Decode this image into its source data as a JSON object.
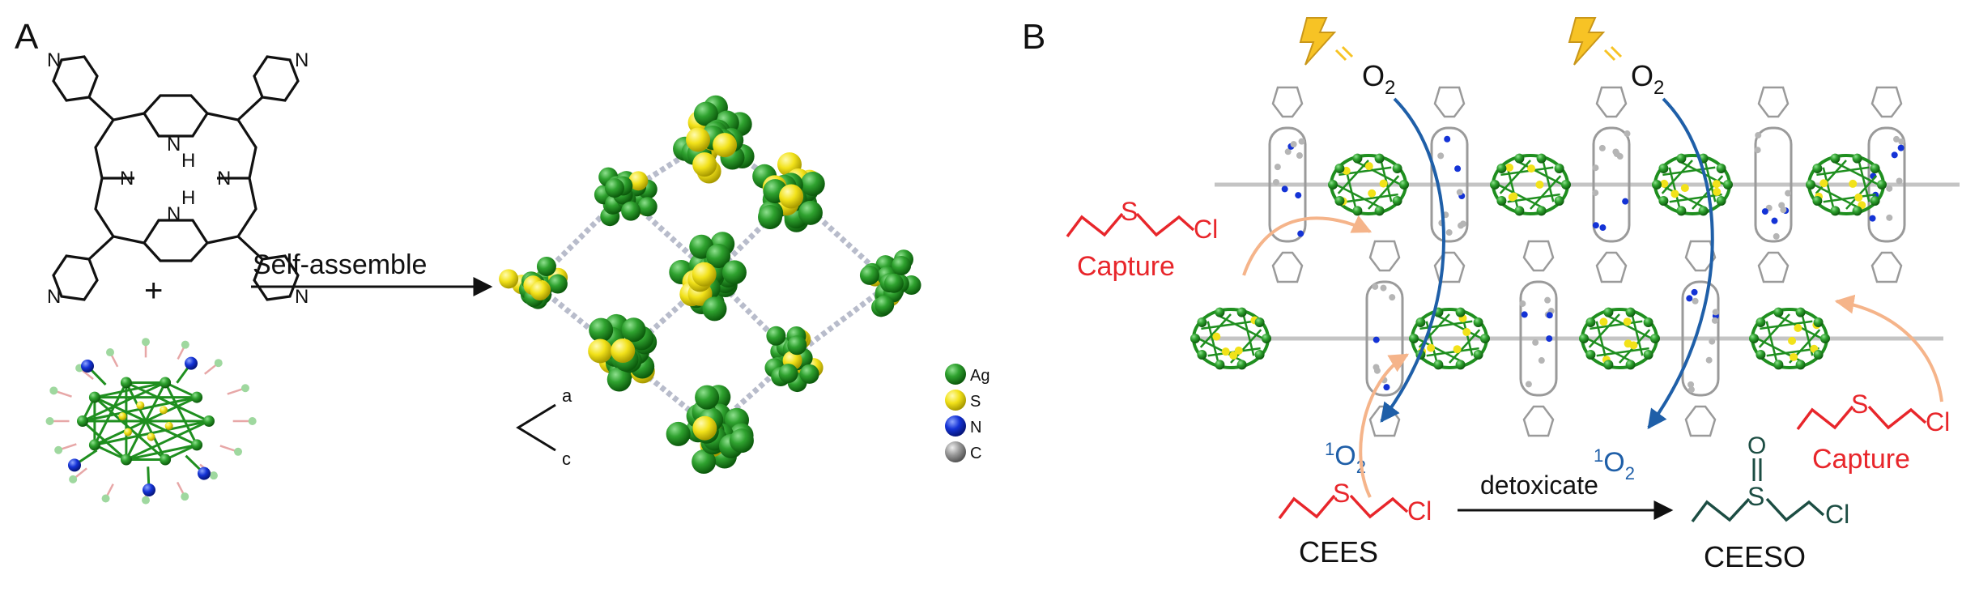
{
  "panel_a": {
    "label": "A",
    "plus": "+",
    "arrow_label": "Self-assemble",
    "axes": {
      "a": "a",
      "c": "c"
    },
    "legend": [
      {
        "element": "Ag",
        "color": "#1f8f1f"
      },
      {
        "element": "S",
        "color": "#f2e21a"
      },
      {
        "element": "N",
        "color": "#1433d6"
      },
      {
        "element": "C",
        "color": "#9a9a9a"
      }
    ],
    "porphyrin_atoms": {
      "n": "N",
      "h": "H"
    }
  },
  "panel_b": {
    "label": "B",
    "oxygen": "O",
    "oxygen_sub": "2",
    "singlet_sup": "1",
    "capture": "Capture",
    "sulfur": "S",
    "chlorine": "Cl",
    "oxo": "O",
    "reactant": "CEES",
    "product": "CEESO",
    "reaction": "detoxicate"
  },
  "colors": {
    "silver": "#1f8f1f",
    "sulfur": "#f2e21a",
    "nitrogen": "#1433d6",
    "carbon": "#9a9a9a",
    "capture_red": "#e8262b",
    "singlet_blue": "#1f5fa8",
    "arrow_orange": "#f5b48a",
    "product_teal": "#1c4d43"
  }
}
